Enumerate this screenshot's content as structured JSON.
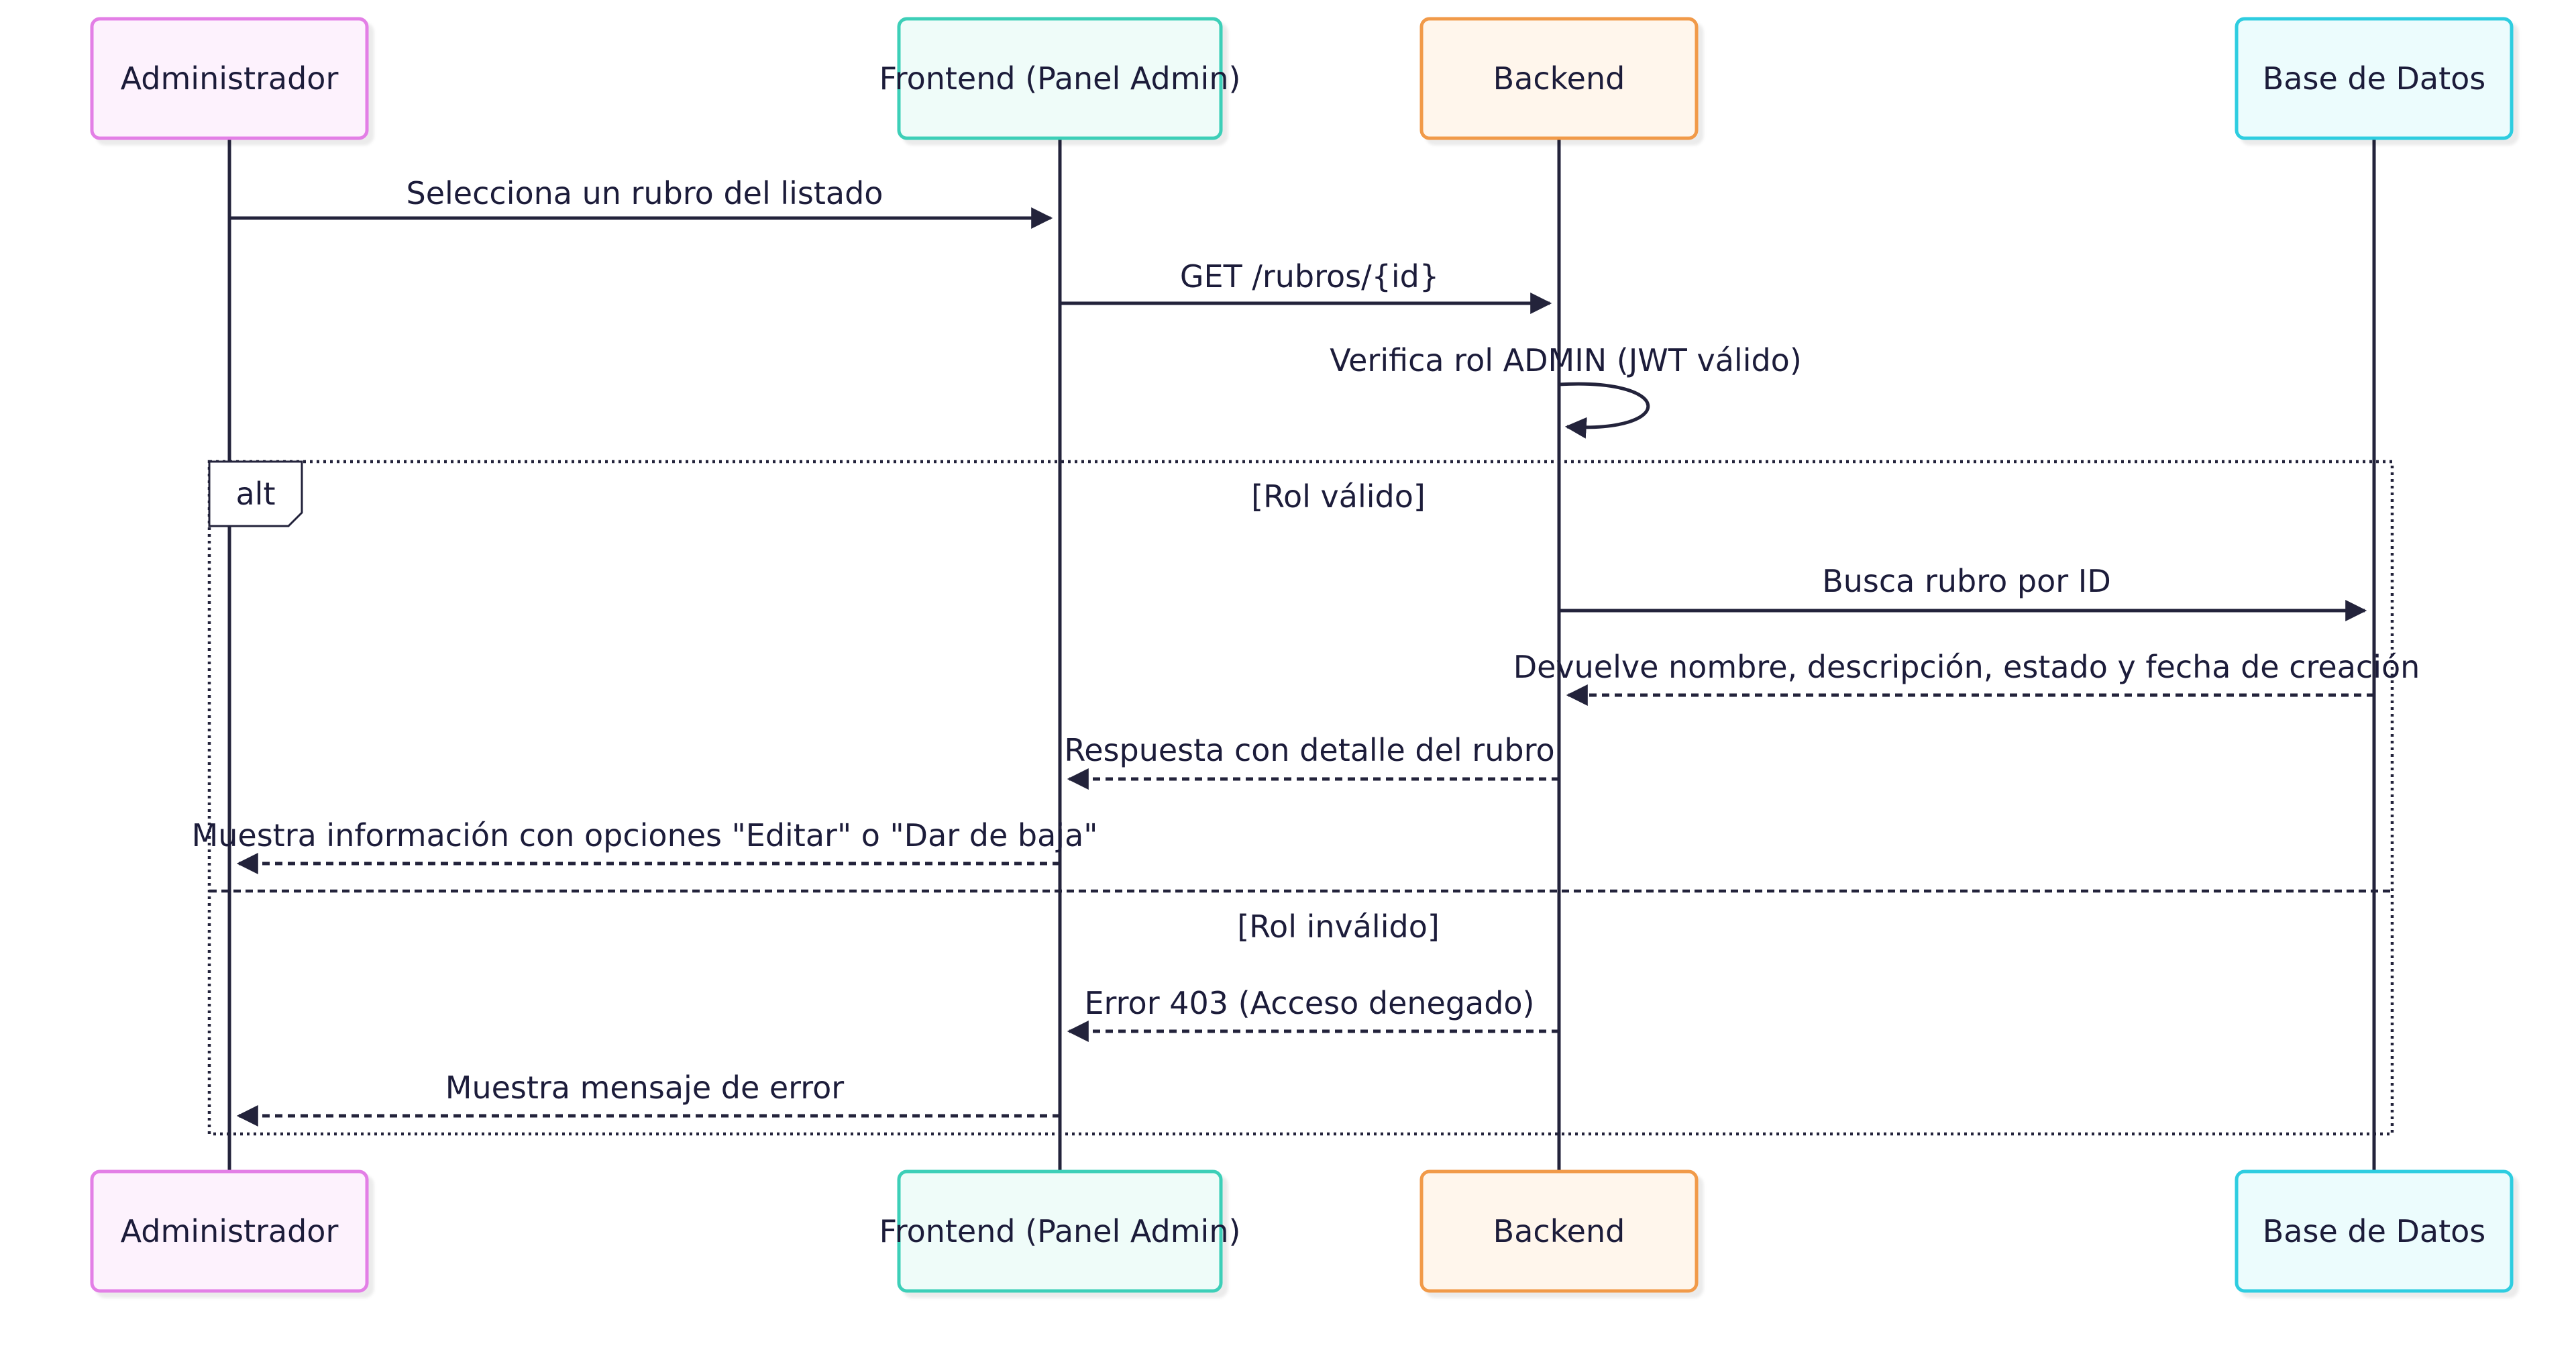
{
  "participants": [
    {
      "id": "admin",
      "label": "Administrador",
      "fill": "#fdf2fd",
      "stroke": "#e37fe6"
    },
    {
      "id": "front",
      "label": "Frontend (Panel Admin)",
      "fill": "#effcf9",
      "stroke": "#3ecfb8"
    },
    {
      "id": "back",
      "label": "Backend",
      "fill": "#fff6ec",
      "stroke": "#f19a4a"
    },
    {
      "id": "db",
      "label": "Base de Datos",
      "fill": "#ecfcfd",
      "stroke": "#2fcde0"
    }
  ],
  "messages": [
    {
      "from": "admin",
      "to": "front",
      "label": "Selecciona un rubro del listado",
      "style": "solid"
    },
    {
      "from": "front",
      "to": "back",
      "label": "GET /rubros/{id}",
      "style": "solid"
    },
    {
      "from": "back",
      "to": "back",
      "label": "Verifica rol ADMIN (JWT válido)",
      "style": "self"
    },
    {
      "from": "back",
      "to": "db",
      "label": "Busca rubro por ID",
      "style": "solid"
    },
    {
      "from": "db",
      "to": "back",
      "label": "Devuelve nombre, descripción, estado y fecha de creación",
      "style": "dashed"
    },
    {
      "from": "back",
      "to": "front",
      "label": "Respuesta con detalle del rubro",
      "style": "dashed"
    },
    {
      "from": "front",
      "to": "admin",
      "label": "Muestra información con opciones \"Editar\" o \"Dar de baja\"",
      "style": "dashed"
    },
    {
      "from": "back",
      "to": "front",
      "label": "Error 403 (Acceso denegado)",
      "style": "dashed"
    },
    {
      "from": "front",
      "to": "admin",
      "label": "Muestra mensaje de error",
      "style": "dashed"
    }
  ],
  "alt_frame": {
    "keyword": "alt",
    "conditions": [
      "[Rol válido]",
      "[Rol inválido]"
    ]
  },
  "colors": {
    "line": "#23233b",
    "text": "#1c1c3a"
  }
}
